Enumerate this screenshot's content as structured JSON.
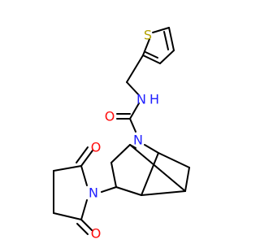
{
  "molecule": {
    "atoms": {
      "sulfur": {
        "symbol": "S",
        "color": "#b3a100"
      },
      "amide_n": {
        "symbol": "N",
        "color": "#2020ff"
      },
      "amide_h": {
        "symbol": "H",
        "color": "#2020ff"
      },
      "amide_o": {
        "symbol": "O",
        "color": "#ff0d0d"
      },
      "bridge_n": {
        "symbol": "N",
        "color": "#2020ff"
      },
      "imide_n": {
        "symbol": "N",
        "color": "#2020ff"
      },
      "imide_o_top": {
        "symbol": "O",
        "color": "#ff0d0d"
      },
      "imide_o_bottom": {
        "symbol": "O",
        "color": "#ff0d0d"
      }
    }
  }
}
